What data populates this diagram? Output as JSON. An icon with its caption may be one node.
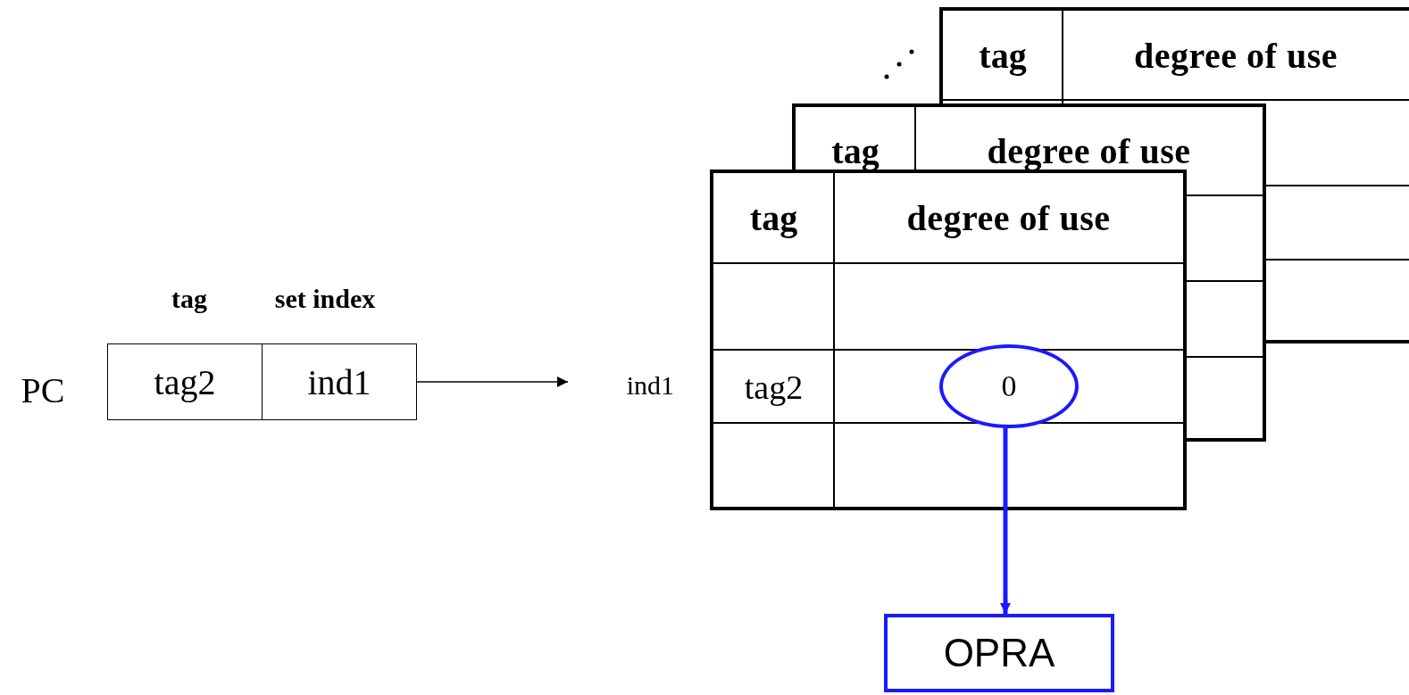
{
  "diagram": {
    "nodes": [
      {
        "text": [
          "tag2"
        ]
      },
      {
        "text": [
          "ind1"
        ]
      },
      {
        "text": [
          "ind1"
        ]
      },
      {
        "text": [
          "0"
        ]
      },
      {
        "text": [
          "OPRA"
        ]
      }
    ],
    "edges": [
      {
        "from": 1,
        "to": 2,
        "arrow": "to"
      },
      {
        "from": 3,
        "to": 4,
        "arrow": "to",
        "style": "thick",
        "color": "#1a1aff"
      }
    ],
    "labels": [
      "tag",
      "degree of use",
      "tag",
      "degree of use",
      "tag",
      "degree of use",
      "tag",
      "set index",
      "PC",
      "tag2"
    ]
  }
}
